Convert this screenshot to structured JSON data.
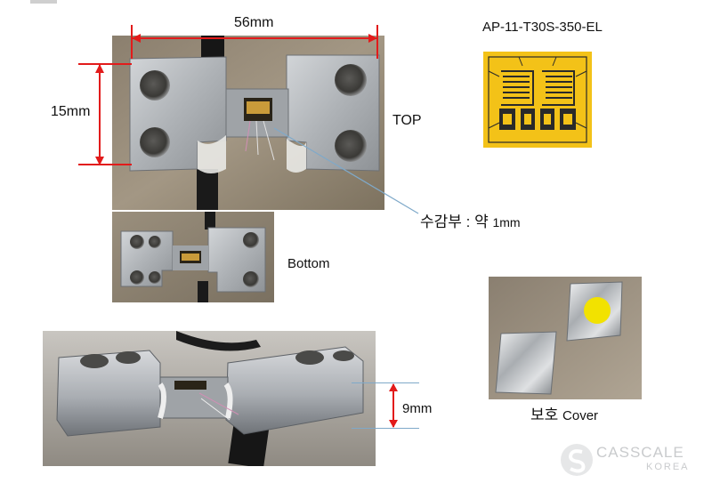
{
  "labels": {
    "width_dim": "56mm",
    "height_dim": "15mm",
    "top": "TOP",
    "bottom": "Bottom",
    "sensing_prefix": "수감부 : 약 ",
    "sensing_value": "1mm",
    "thickness_dim": "9mm",
    "gauge_model": "AP-11-T30S-350-EL",
    "cover_prefix": "보호 ",
    "cover_word": "Cover"
  },
  "logo": {
    "name": "CASSCALE",
    "sub": "KOREA"
  },
  "colors": {
    "dimension": "#e21b1b",
    "leader": "#7fa9c9",
    "gauge_yellow": "#f3c218",
    "gauge_pattern": "#2a2a2a",
    "metal": "#b9bcc0"
  }
}
